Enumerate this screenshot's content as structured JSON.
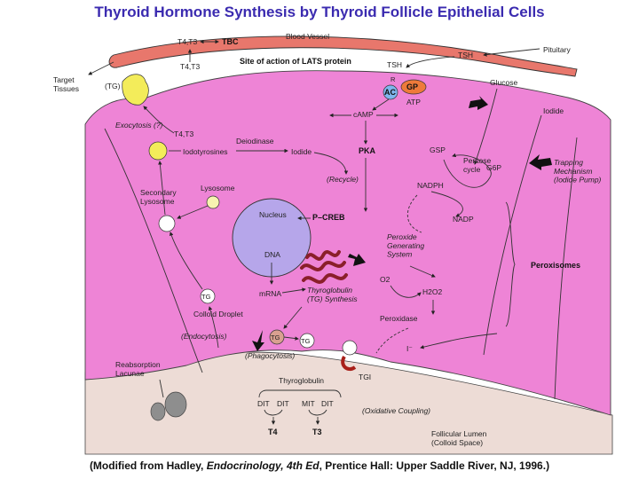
{
  "title": "Thyroid Hormone Synthesis by Thyroid Follicle Epithelial Cells",
  "caption": {
    "prefix": "(Modified from Hadley, ",
    "book": "Endocrinology, 4th Ed",
    "suffix": ", Prentice Hall: Upper Saddle River, NJ, 1996.)"
  },
  "labels": {
    "blood_vessel": "Blood Vessel",
    "pituitary": "Pituitary",
    "tsh_top": "TSH",
    "tbc": "TBC",
    "t4t3_a": "T4,T3",
    "t4t3_b": "T4,T3",
    "t4t3_c": "T4,T3",
    "lats": "Site of action of LATS protein",
    "tsh_receptor": "TSH",
    "r": "R",
    "gp": "GP",
    "ac": "AC",
    "atp": "ATP",
    "glucose": "Glucose",
    "iodide_in": "Iodide",
    "target_tissues": "Target\nTissues",
    "tg_top": "(TG)",
    "exocytosis": "Exocytosis (?)",
    "camp": "cAMP",
    "pka": "PKA",
    "recycle": "(Recycle)",
    "deiodinase": "Deiodinase",
    "iodotyrosines": "Iodotyrosines",
    "iodide_mid": "Iodide",
    "g6p": "G6P",
    "gsp": "GSP",
    "pentose": "Pentose\ncycle",
    "trapping": "Trapping\nMechanism\n(Iodide Pump)",
    "nadph": "NADPH",
    "nadp": "NADP",
    "secondary_lysosome": "Secondary\nLysosome",
    "lysosome": "Lysosome",
    "nucleus": "Nucleus",
    "p_creb": "P–CREB",
    "peroxide_gen": "Peroxide\nGenerating\nSystem",
    "dna": "DNA",
    "o2": "O2",
    "h2o2": "H2O2",
    "peroxisomes": "Peroxisomes",
    "tg_droplet": "TG",
    "colloid_droplet": "Colloid Droplet",
    "mrna": "mRNA",
    "tg_synth": "Thyroglobulin\n(TG) Synthesis",
    "peroxidase": "Peroxidase",
    "endocytosis": "(Endocytosis)",
    "tg1": "TG",
    "tg2": "TG",
    "i_minus": "I⁻",
    "phagocytosis": "(Phagocytosis)",
    "tgi": "TGI",
    "reabsorption": "Reabsorption\nLacunae",
    "thyroglobulin": "Thyroglobulin",
    "dit1": "DIT",
    "dit2": "DIT",
    "mit": "MIT",
    "dit3": "DIT",
    "oxidative": "(Oxidative Coupling)",
    "t4": "T4",
    "t3": "T3",
    "lumen": "Follicular Lumen\n(Colloid Space)"
  },
  "colors": {
    "title": "#3b2bb0",
    "cell_fill": "#ee84d6",
    "lumen_fill": "#eddcd6",
    "vessel_fill": "#e8776c",
    "nucleus_fill": "#b6a6ea",
    "tg_yellow": "#f3ec5a",
    "gp_orange": "#ee7a3a",
    "ac_blue": "#7fb6ee",
    "dark_red": "#a8201a"
  }
}
